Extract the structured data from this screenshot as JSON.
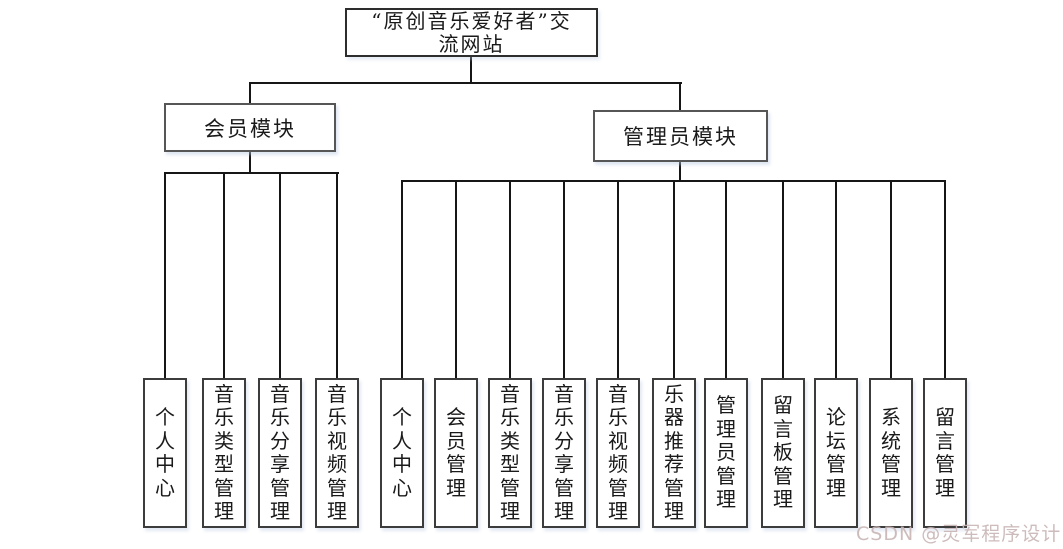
{
  "diagram": {
    "root": {
      "title": "“原创音乐爱好者”交流网站",
      "lines": [
        "“原创音乐爱好者”交",
        "流网站"
      ]
    },
    "modules": [
      {
        "label": "会员模块",
        "children": [
          "个人中心",
          "音乐类型管理",
          "音乐分享管理",
          "音乐视频管理"
        ]
      },
      {
        "label": "管理员模块",
        "children": [
          "个人中心",
          "会员管理",
          "音乐类型管理",
          "音乐分享管理",
          "音乐视频管理",
          "乐器推荐管理",
          "管理员管理",
          "留言板管理",
          "论坛管理",
          "系统管理",
          "留言管理"
        ]
      }
    ],
    "colors": {
      "background": "#ffffff",
      "connector_line": "#161616",
      "box_border": "#3c3c3c",
      "text": "#1a1a1a"
    }
  },
  "watermark": {
    "text": "CSDN @灵军程序设计",
    "color": "#c9b5b5"
  }
}
